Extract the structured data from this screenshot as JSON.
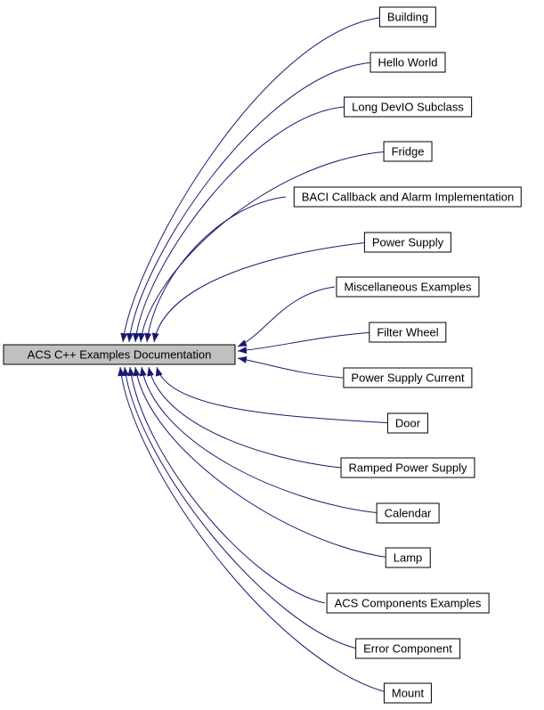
{
  "graph": {
    "central_node": {
      "label": "ACS C++ Examples Documentation"
    },
    "nodes": [
      {
        "label": "Building"
      },
      {
        "label": "Hello World"
      },
      {
        "label": "Long DevIO Subclass"
      },
      {
        "label": "Fridge"
      },
      {
        "label": "BACI Callback and Alarm Implementation"
      },
      {
        "label": "Power Supply"
      },
      {
        "label": "Miscellaneous Examples"
      },
      {
        "label": "Filter Wheel"
      },
      {
        "label": "Power Supply Current"
      },
      {
        "label": "Door"
      },
      {
        "label": "Ramped Power Supply"
      },
      {
        "label": "Calendar"
      },
      {
        "label": "Lamp"
      },
      {
        "label": "ACS Components Examples"
      },
      {
        "label": "Error Component"
      },
      {
        "label": "Mount"
      }
    ],
    "edges": [
      {
        "from": "Building",
        "to": "ACS C++ Examples Documentation"
      },
      {
        "from": "Hello World",
        "to": "ACS C++ Examples Documentation"
      },
      {
        "from": "Long DevIO Subclass",
        "to": "ACS C++ Examples Documentation"
      },
      {
        "from": "Fridge",
        "to": "ACS C++ Examples Documentation"
      },
      {
        "from": "BACI Callback and Alarm Implementation",
        "to": "ACS C++ Examples Documentation"
      },
      {
        "from": "Power Supply",
        "to": "ACS C++ Examples Documentation"
      },
      {
        "from": "Miscellaneous Examples",
        "to": "ACS C++ Examples Documentation"
      },
      {
        "from": "Filter Wheel",
        "to": "ACS C++ Examples Documentation"
      },
      {
        "from": "Power Supply Current",
        "to": "ACS C++ Examples Documentation"
      },
      {
        "from": "Door",
        "to": "ACS C++ Examples Documentation"
      },
      {
        "from": "Ramped Power Supply",
        "to": "ACS C++ Examples Documentation"
      },
      {
        "from": "Calendar",
        "to": "ACS C++ Examples Documentation"
      },
      {
        "from": "Lamp",
        "to": "ACS C++ Examples Documentation"
      },
      {
        "from": "ACS Components Examples",
        "to": "ACS C++ Examples Documentation"
      },
      {
        "from": "Error Component",
        "to": "ACS C++ Examples Documentation"
      },
      {
        "from": "Mount",
        "to": "ACS C++ Examples Documentation"
      }
    ],
    "colors": {
      "edge": "#191970",
      "central_fill": "#c0c0c0",
      "node_fill": "#ffffff",
      "border": "#000000",
      "background": "#ffffff"
    }
  }
}
